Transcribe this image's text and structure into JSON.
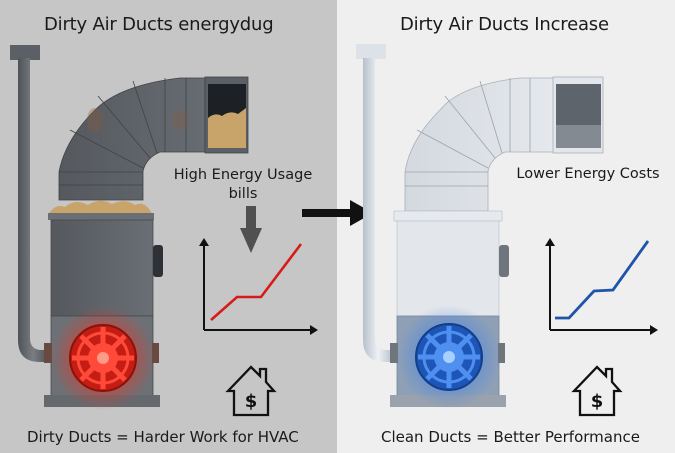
{
  "left_panel": {
    "title": "Dirty Air Ducts energydug",
    "label_line1": "High Energy Usage",
    "label_line2": "bills",
    "caption": "Dirty Ducts = Harder Work for HVAC",
    "duct_color": "#5d6268",
    "debris_color": "#c9a46a",
    "fan_color": "#ff2a1a",
    "chart_line_color": "#d61b1b",
    "icons": [
      "duct-elbow-icon",
      "furnace-icon",
      "fan-glow-icon",
      "down-arrow-icon",
      "chart-icon",
      "house-dollar-icon"
    ]
  },
  "right_panel": {
    "title": "Dirty Air Ducts Increase",
    "label": "Lower Energy Costs",
    "caption": "Clean Ducts = Better Performance",
    "duct_color": "#d9dee4",
    "fan_color": "#2f7cf0",
    "chart_line_color": "#1f55a8",
    "icons": [
      "duct-elbow-icon",
      "furnace-icon",
      "fan-glow-icon",
      "chart-icon",
      "house-dollar-icon"
    ]
  },
  "transition_arrow": "right-arrow-icon",
  "chart_data": [
    {
      "type": "line",
      "title": "High Energy Usage bills",
      "xlabel": "",
      "ylabel": "",
      "x": [
        0,
        1,
        2,
        3
      ],
      "values": [
        10,
        33,
        33,
        86
      ],
      "color": "#d61b1b",
      "grid": false
    },
    {
      "type": "line",
      "title": "Lower Energy Costs",
      "xlabel": "",
      "ylabel": "",
      "x": [
        0,
        1,
        2,
        3,
        4
      ],
      "values": [
        13,
        13,
        43,
        44,
        99
      ],
      "color": "#1f55a8",
      "grid": false
    }
  ]
}
